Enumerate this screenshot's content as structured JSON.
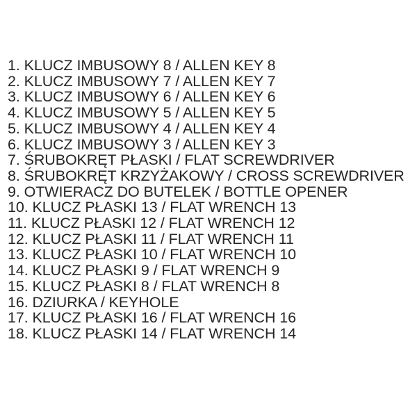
{
  "items": [
    "1. KLUCZ IMBUSOWY 8 / ALLEN KEY 8",
    "2. KLUCZ IMBUSOWY 7 / ALLEN KEY 7",
    "3. KLUCZ IMBUSOWY 6 / ALLEN KEY 6",
    "4. KLUCZ IMBUSOWY 5 / ALLEN KEY 5",
    "5. KLUCZ IMBUSOWY 4 / ALLEN KEY 4",
    "6. KLUCZ IMBUSOWY 3 / ALLEN KEY 3",
    "7. ŚRUBOKRĘT PŁASKI / FLAT SCREWDRIVER",
    "8. ŚRUBOKRĘT KRZYŻAKOWY / CROSS SCREWDRIVER",
    "9. OTWIERACZ DO BUTELEK / BOTTLE OPENER",
    "10. KLUCZ PŁASKI 13 / FLAT WRENCH 13",
    "11. KLUCZ PŁASKI 12 / FLAT WRENCH 12",
    "12. KLUCZ PŁASKI 11 / FLAT WRENCH 11",
    "13. KLUCZ PŁASKI 10 / FLAT WRENCH 10",
    "14. KLUCZ PŁASKI 9 / FLAT WRENCH 9",
    "15. KLUCZ PŁASKI 8 / FLAT WRENCH 8",
    "16. DZIURKA / KEYHOLE",
    "17. KLUCZ PŁASKI 16 / FLAT WRENCH 16",
    "18. KLUCZ PŁASKI 14 / FLAT WRENCH 14"
  ]
}
